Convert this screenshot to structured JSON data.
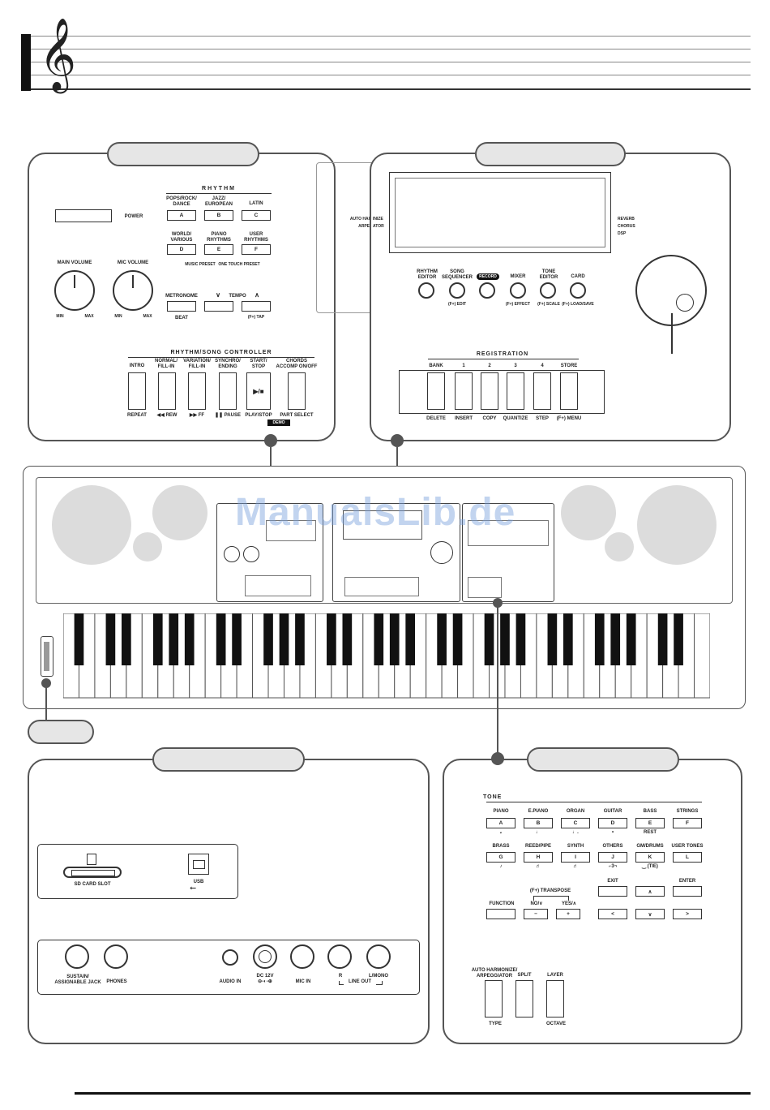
{
  "watermark": "ManualsLib.de",
  "rhythm_panel": {
    "rhythm_header": "RHYTHM",
    "power": "POWER",
    "categories": [
      {
        "label": "POPS/ROCK/\nDANCE",
        "key": "A"
      },
      {
        "label": "JAZZ/\nEUROPEAN",
        "key": "B"
      },
      {
        "label": "LATIN",
        "key": "C"
      },
      {
        "label": "WORLD/\nVARIOUS",
        "key": "D"
      },
      {
        "label": "PIANO\nRHYTHMS",
        "key": "E"
      },
      {
        "label": "USER\nRHYTHMS",
        "key": "F"
      }
    ],
    "music_preset": "MUSIC PRESET",
    "one_touch_preset": "ONE TOUCH PRESET",
    "main_volume": "MAIN VOLUME",
    "mic_volume": "MIC VOLUME",
    "min": "MIN",
    "max": "MAX",
    "metronome": "METRONOME",
    "beat": "BEAT",
    "tempo": "TEMPO",
    "tempo_down": "∨",
    "tempo_up": "∧",
    "tap": "(F+) TAP",
    "controller_header": "RHYTHM/SONG CONTROLLER",
    "controller_buttons": [
      {
        "top": "INTRO",
        "bottom": "REPEAT"
      },
      {
        "top": "NORMAL/\nFILL-IN",
        "bottom": "◀◀ REW"
      },
      {
        "top": "VARIATION/\nFILL-IN",
        "bottom": "▶▶ FF"
      },
      {
        "top": "SYNCHRO/\nENDING",
        "bottom": "❚❚ PAUSE"
      },
      {
        "top": "START/\nSTOP",
        "bottom": "PLAY/STOP"
      },
      {
        "top": "CHORDS\nACCOMP ON/OFF",
        "bottom": "PART SELECT"
      }
    ],
    "play_symbol": "▶/■",
    "demo": "DEMO"
  },
  "display_panel": {
    "left_labels": [
      "AUTO HAI",
      "ARPE"
    ],
    "left_labels_cont": [
      "INIZE",
      "ATOR"
    ],
    "right_labels": [
      "REVERB",
      "CHORUS",
      "DSP"
    ],
    "knob_buttons": [
      {
        "top": "RHYTHM\nEDITOR",
        "bottom": ""
      },
      {
        "top": "SONG\nSEQUENCER",
        "bottom": "(F+) EDIT"
      },
      {
        "top": "RECORD",
        "bottom": ""
      },
      {
        "top": "MIXER",
        "bottom": "(F+) EFFECT"
      },
      {
        "top": "TONE\nEDITOR",
        "bottom": "(F+) SCALE"
      },
      {
        "top": "CARD",
        "bottom": "(F+) LOAD/SAVE"
      }
    ],
    "registration_header": "REGISTRATION",
    "registration_buttons": [
      {
        "top": "BANK",
        "bottom": "DELETE"
      },
      {
        "top": "1",
        "bottom": "INSERT"
      },
      {
        "top": "2",
        "bottom": "COPY"
      },
      {
        "top": "3",
        "bottom": "QUANTIZE"
      },
      {
        "top": "4",
        "bottom": "STEP"
      },
      {
        "top": "STORE",
        "bottom": "(F+) MENU"
      }
    ]
  },
  "ports_panel": {
    "sd_slot": "SD CARD SLOT",
    "usb": "USB",
    "jacks": [
      {
        "label": "SUSTAIN/\nASSIGNABLE JACK"
      },
      {
        "label": "PHONES"
      },
      {
        "label": "AUDIO IN"
      },
      {
        "label": "DC 12V\n⊖-◐-⊕"
      },
      {
        "label": "MIC IN"
      },
      {
        "label": "R"
      },
      {
        "label": "L/MONO"
      }
    ],
    "line_out": "LINE OUT"
  },
  "tone_panel": {
    "tone_header": "TONE",
    "tones": [
      {
        "label": "PIANO",
        "key": "A",
        "sub": "𝅗"
      },
      {
        "label": "E.PIANO",
        "key": "B",
        "sub": "♩"
      },
      {
        "label": "ORGAN",
        "key": "C",
        "sub": "♩."
      },
      {
        "label": "GUITAR",
        "key": "D",
        "sub": "•"
      },
      {
        "label": "BASS",
        "key": "E",
        "sub": "REST"
      },
      {
        "label": "STRINGS",
        "key": "F",
        "sub": ""
      },
      {
        "label": "BRASS",
        "key": "G",
        "sub": "♪"
      },
      {
        "label": "REED/PIPE",
        "key": "H",
        "sub": "♬"
      },
      {
        "label": "SYNTH",
        "key": "I",
        "sub": "♬"
      },
      {
        "label": "OTHERS",
        "key": "J",
        "sub": "⌐3¬"
      },
      {
        "label": "GM/DRUMS",
        "key": "K",
        "sub": "‿ (TIE)"
      },
      {
        "label": "USER TONES",
        "key": "L",
        "sub": ""
      }
    ],
    "transpose": "(F+) TRANSPOSE",
    "function": "FUNCTION",
    "no": "NO/∨",
    "yes": "YES/∧",
    "minus": "−",
    "plus": "+",
    "exit": "EXIT",
    "enter": "ENTER",
    "up": "∧",
    "left": "<",
    "down": "∨",
    "right": ">",
    "auto_harmonize": "AUTO HARMONIZE/\nARPEGGIATOR",
    "split": "SPLIT",
    "layer": "LAYER",
    "type": "TYPE",
    "octave": "OCTAVE"
  }
}
